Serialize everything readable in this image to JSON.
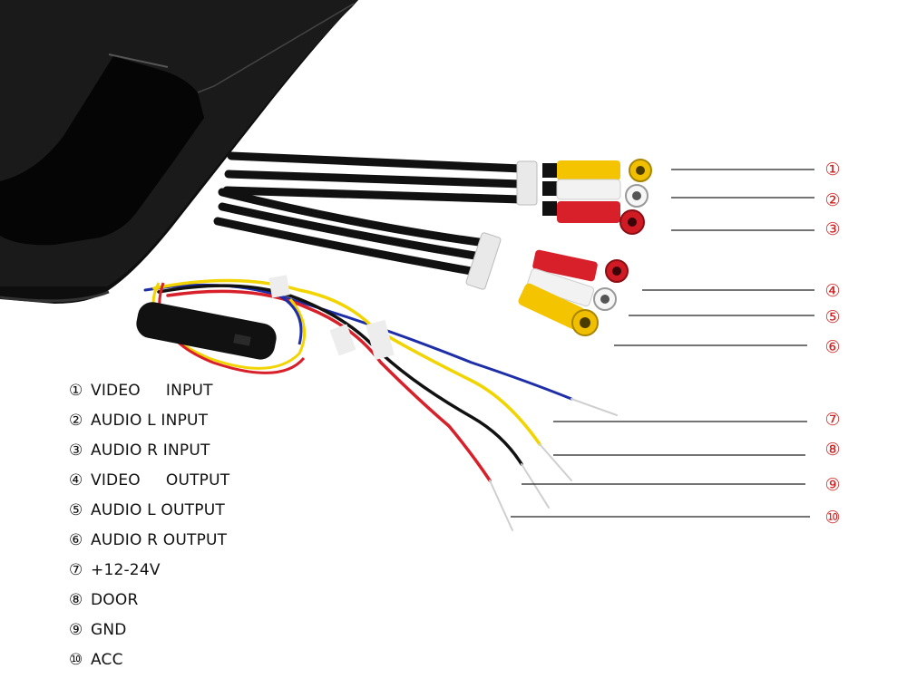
{
  "colors": {
    "callout_red": "#d21f1f",
    "leader_line": "#222222",
    "monitor_body": "#101010",
    "rca_yellow": "#f4c400",
    "rca_white": "#f2f2f2",
    "rca_red": "#d8202a",
    "wire_blue": "#1d2ea8",
    "wire_yellow": "#f2d400",
    "wire_black": "#111111",
    "wire_red": "#d8202a"
  },
  "callouts": [
    "①",
    "②",
    "③",
    "④",
    "⑤",
    "⑥",
    "⑦",
    "⑧",
    "⑨",
    "⑩"
  ],
  "legend": [
    {
      "num": "①",
      "text": "VIDEO     INPUT"
    },
    {
      "num": "②",
      "text": "AUDIO L INPUT"
    },
    {
      "num": "③",
      "text": "AUDIO R INPUT"
    },
    {
      "num": "④",
      "text": "VIDEO     OUTPUT"
    },
    {
      "num": "⑤",
      "text": "AUDIO L OUTPUT"
    },
    {
      "num": "⑥",
      "text": "AUDIO R OUTPUT"
    },
    {
      "num": "⑦",
      "text": "+12-24V"
    },
    {
      "num": "⑧",
      "text": "DOOR"
    },
    {
      "num": "⑨",
      "text": "GND"
    },
    {
      "num": "⑩",
      "text": "ACC"
    }
  ]
}
